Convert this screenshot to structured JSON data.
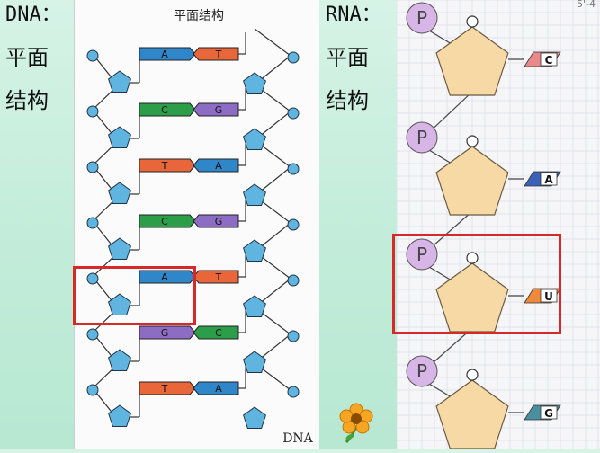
{
  "left_label": {
    "line1": "DNA：",
    "line2": "平面",
    "line3": "结构"
  },
  "right_label": {
    "line1": "RNA：",
    "line2": "平面",
    "line3": "结构"
  },
  "dna": {
    "title": "平面结构",
    "caption": "DNA",
    "pairs": [
      {
        "left": "A",
        "right": "T"
      },
      {
        "left": "C",
        "right": "G"
      },
      {
        "left": "T",
        "right": "A"
      },
      {
        "left": "C",
        "right": "G"
      },
      {
        "left": "A",
        "right": "T"
      },
      {
        "left": "G",
        "right": "C"
      },
      {
        "left": "T",
        "right": "A"
      }
    ]
  },
  "rna": {
    "corner_text": "5'-4",
    "phosphate_label": "P",
    "bases": [
      "C",
      "A",
      "U",
      "G"
    ]
  },
  "colors": {
    "A": "#2f86c8",
    "T": "#e8663a",
    "C": "#2c9e4a",
    "G": "#8d6cc4",
    "pentagon_dna": "#5fb5e0",
    "pentagon_rna": "#f7d9a6",
    "phosphate": "#d7b5e6",
    "highlight": "#d62a2a"
  }
}
